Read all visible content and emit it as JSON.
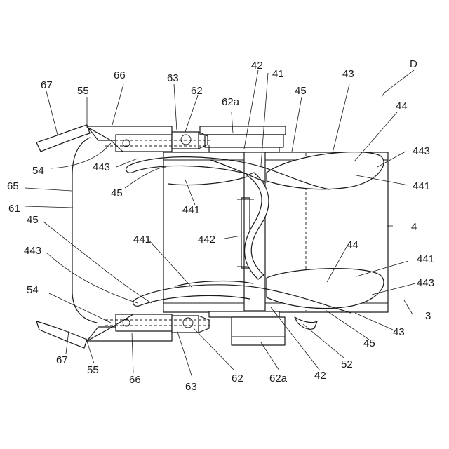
{
  "labels": {
    "D": "D",
    "n3": "3",
    "n4": "4",
    "n41": "41",
    "n42_top": "42",
    "n42_bottom": "42",
    "n43_top": "43",
    "n43_bottom": "43",
    "n44_top": "44",
    "n44_bottom": "44",
    "n45_top": "45",
    "n45_left_upper": "45",
    "n45_left_lower": "45",
    "n45_bottom": "45",
    "n52": "52",
    "n54_top": "54",
    "n54_bottom": "54",
    "n55_top": "55",
    "n55_bottom": "55",
    "n61": "61",
    "n62_top": "62",
    "n62_bottom": "62",
    "n62a_top": "62a",
    "n62a_bottom": "62a",
    "n63_top": "63",
    "n63_bottom": "63",
    "n65": "65",
    "n66_top": "66",
    "n66_bottom": "66",
    "n67_top": "67",
    "n67_bottom": "67",
    "n441_left_upper": "441",
    "n441_right_upper": "441",
    "n441_left_lower": "441",
    "n441_right_lower": "441",
    "n442": "442",
    "n443_left_upper": "443",
    "n443_right_upper": "443",
    "n443_left_lower": "443",
    "n443_right_lower": "443"
  }
}
